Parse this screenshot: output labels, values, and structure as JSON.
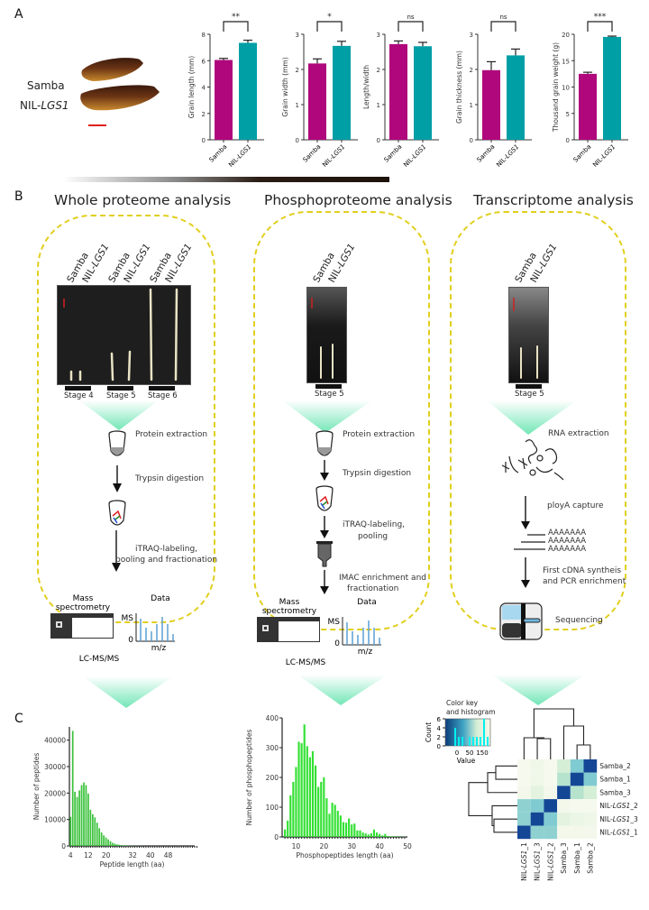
{
  "panel_letters": {
    "a": "A",
    "b": "B",
    "c": "C"
  },
  "grains": {
    "labels": [
      "Samba",
      "NIL-"
    ],
    "gene_italic": "LGS1",
    "colors": {
      "samba": "#b0077c",
      "nil": "#009fa6",
      "scale": "#e02020"
    }
  },
  "chart_data": [
    {
      "type": "bar",
      "title": "",
      "ylabel": "Grain length (mm)",
      "xlabel": "",
      "categories": [
        "Samba",
        "NIL-LGS1"
      ],
      "values": [
        6.05,
        7.35
      ],
      "errors": [
        0.12,
        0.2
      ],
      "ylim": [
        0,
        8
      ],
      "yticks": [
        0,
        2,
        4,
        6,
        8
      ],
      "significance": "**"
    },
    {
      "type": "bar",
      "title": "",
      "ylabel": "Grain width (mm)",
      "xlabel": "",
      "categories": [
        "Samba",
        "NIL-LGS1"
      ],
      "values": [
        2.17,
        2.67
      ],
      "errors": [
        0.13,
        0.13
      ],
      "ylim": [
        0,
        3
      ],
      "yticks": [
        0,
        1,
        2,
        3
      ],
      "significance": "*"
    },
    {
      "type": "bar",
      "title": "",
      "ylabel": "Length/width",
      "xlabel": "",
      "categories": [
        "Samba",
        "NIL-LGS1"
      ],
      "values": [
        2.72,
        2.66
      ],
      "errors": [
        0.09,
        0.11
      ],
      "ylim": [
        0,
        3
      ],
      "yticks": [
        0,
        1,
        2,
        3
      ],
      "significance": "ns"
    },
    {
      "type": "bar",
      "title": "",
      "ylabel": "Grain thickness (mm)",
      "xlabel": "",
      "categories": [
        "Samba",
        "NIL-LGS1"
      ],
      "values": [
        1.98,
        2.4
      ],
      "errors": [
        0.24,
        0.18
      ],
      "ylim": [
        0,
        3
      ],
      "yticks": [
        0,
        1,
        2,
        3
      ],
      "significance": "ns"
    },
    {
      "type": "bar",
      "title": "",
      "ylabel": "Thousand grain weight (g)",
      "xlabel": "",
      "categories": [
        "Samba",
        "NIL-LGS1"
      ],
      "values": [
        12.5,
        19.5
      ],
      "errors": [
        0.3,
        0.15
      ],
      "ylim": [
        0,
        20
      ],
      "yticks": [
        0,
        5,
        10,
        15,
        20
      ],
      "significance": "***"
    },
    {
      "type": "bar",
      "title": "",
      "ylabel": "Number of peptides",
      "xlabel": "Peptide length (aa)",
      "x": [
        4,
        5,
        6,
        7,
        8,
        9,
        10,
        11,
        12,
        13,
        14,
        15,
        16,
        17,
        18,
        19,
        20,
        21,
        22,
        23,
        24,
        25,
        26,
        27,
        28,
        29,
        30,
        31,
        32,
        33,
        34,
        35,
        36,
        37,
        38,
        39,
        40,
        41,
        42,
        43,
        44,
        45,
        46,
        47,
        48,
        49,
        50,
        51,
        52,
        53,
        54,
        55,
        56,
        57,
        58,
        59,
        60,
        61
      ],
      "values": [
        11000,
        43500,
        20500,
        18500,
        21000,
        23000,
        24000,
        23000,
        19800,
        13700,
        12000,
        10800,
        8800,
        6700,
        5100,
        4000,
        3200,
        2500,
        1800,
        1200,
        900,
        600,
        450,
        300,
        200,
        150,
        120,
        90,
        70,
        50,
        40,
        30,
        25,
        20,
        15,
        12,
        10,
        8,
        6,
        5,
        4,
        3,
        3,
        2,
        2,
        2,
        1,
        1,
        1,
        1,
        1,
        1,
        1,
        1,
        1,
        1,
        1,
        1
      ],
      "xticks": [
        4,
        12,
        20,
        32,
        40,
        48
      ],
      "ylim": [
        0,
        45000
      ],
      "yticks": [
        0,
        10000,
        20000,
        30000,
        40000
      ],
      "color": "#3cc23c"
    },
    {
      "type": "bar",
      "title": "",
      "ylabel": "Number of phosphopeptides",
      "xlabel": "Phosphopeptides length (aa)",
      "x": [
        6,
        7,
        8,
        9,
        10,
        11,
        12,
        13,
        14,
        15,
        16,
        17,
        18,
        19,
        20,
        21,
        22,
        23,
        24,
        25,
        26,
        27,
        28,
        29,
        30,
        31,
        32,
        33,
        34,
        35,
        36,
        37,
        38,
        39,
        40,
        41,
        42,
        43,
        44,
        45,
        46,
        47,
        48,
        49
      ],
      "values": [
        25,
        55,
        140,
        185,
        235,
        320,
        315,
        378,
        305,
        268,
        288,
        240,
        168,
        185,
        200,
        130,
        78,
        115,
        108,
        88,
        72,
        50,
        48,
        62,
        42,
        45,
        22,
        22,
        15,
        12,
        8,
        12,
        25,
        15,
        10,
        5,
        10,
        3,
        2,
        2,
        1,
        1,
        1,
        1
      ],
      "xticks": [
        10,
        20,
        30,
        40,
        50
      ],
      "ylim": [
        0,
        400
      ],
      "yticks": [
        0,
        100,
        200,
        300,
        400
      ],
      "color": "#33e033"
    },
    {
      "type": "heatmap",
      "title": "",
      "rows": [
        "Samba_2",
        "Samba_1",
        "Samba_3",
        "NIL-LGS1_2",
        "NIL-LGS1_3",
        "NIL-LGS1_1"
      ],
      "cols": [
        "NIL-LGS1_1",
        "NIL-LGS1_3",
        "NIL-LGS1_2",
        "Samba_3",
        "Samba_1",
        "Samba_2"
      ],
      "values": [
        [
          5,
          15,
          5,
          50,
          120,
          200
        ],
        [
          5,
          15,
          5,
          80,
          200,
          120
        ],
        [
          8,
          30,
          10,
          200,
          80,
          50
        ],
        [
          110,
          120,
          200,
          10,
          5,
          5
        ],
        [
          110,
          200,
          120,
          30,
          20,
          15
        ],
        [
          200,
          110,
          110,
          10,
          10,
          8
        ]
      ],
      "color_key": {
        "title": "Color key and histogram",
        "xlabel": "Value",
        "ylabel": "Count",
        "xticks": [
          0,
          50,
          150
        ],
        "yticks": [
          0,
          2,
          4,
          6
        ],
        "hist_counts": [
          0,
          0,
          4,
          2,
          2,
          0,
          2,
          2,
          2,
          2,
          6,
          2
        ]
      }
    }
  ],
  "workflows": [
    {
      "title": "Whole proteome analysis",
      "sample_labels": [
        "Samba",
        "NIL-LGS1",
        "Samba",
        "NIL-LGS1",
        "Samba",
        "NIL-LGS1"
      ],
      "stages": [
        "Stage 4",
        "Stage 5",
        "Stage 6"
      ],
      "steps": [
        "Protein extraction",
        "Trypsin digestion",
        "iTRAQ-labeling,",
        "pooling and fractionation"
      ],
      "ms": {
        "instrument": "Mass",
        "instrument2": "spectrometry",
        "data": "Data",
        "y": "MS",
        "zero": "0",
        "x": "m/z",
        "method": "LC-MS/MS"
      }
    },
    {
      "title": "Phosphoproteome analysis",
      "sample_labels": [
        "Samba",
        "NIL-LGS1"
      ],
      "stages": [
        "Stage 5"
      ],
      "steps": [
        "Protein extraction",
        "Trypsin digestion",
        "iTRAQ-labeling,",
        "pooling",
        "IMAC enrichment and",
        "fractionation"
      ],
      "ms": {
        "instrument": "Mass",
        "instrument2": "spectrometry",
        "data": "Data",
        "y": "MS",
        "zero": "0",
        "x": "m/z",
        "method": "LC-MS/MS"
      }
    },
    {
      "title": "Transcriptome analysis",
      "sample_labels": [
        "Samba",
        "NIL-LGS1"
      ],
      "stages": [
        "Stage 5"
      ],
      "steps": [
        "RNA extraction",
        "ployA capture",
        "AAAAAAA",
        "AAAAAAA",
        "AAAAAAA",
        "First cDNA syntheis",
        "and PCR enrichment",
        "Sequencing"
      ]
    }
  ],
  "colors": {
    "arrow_green": "#7ee8b8",
    "dash_yellow": "#e1cf1e"
  }
}
